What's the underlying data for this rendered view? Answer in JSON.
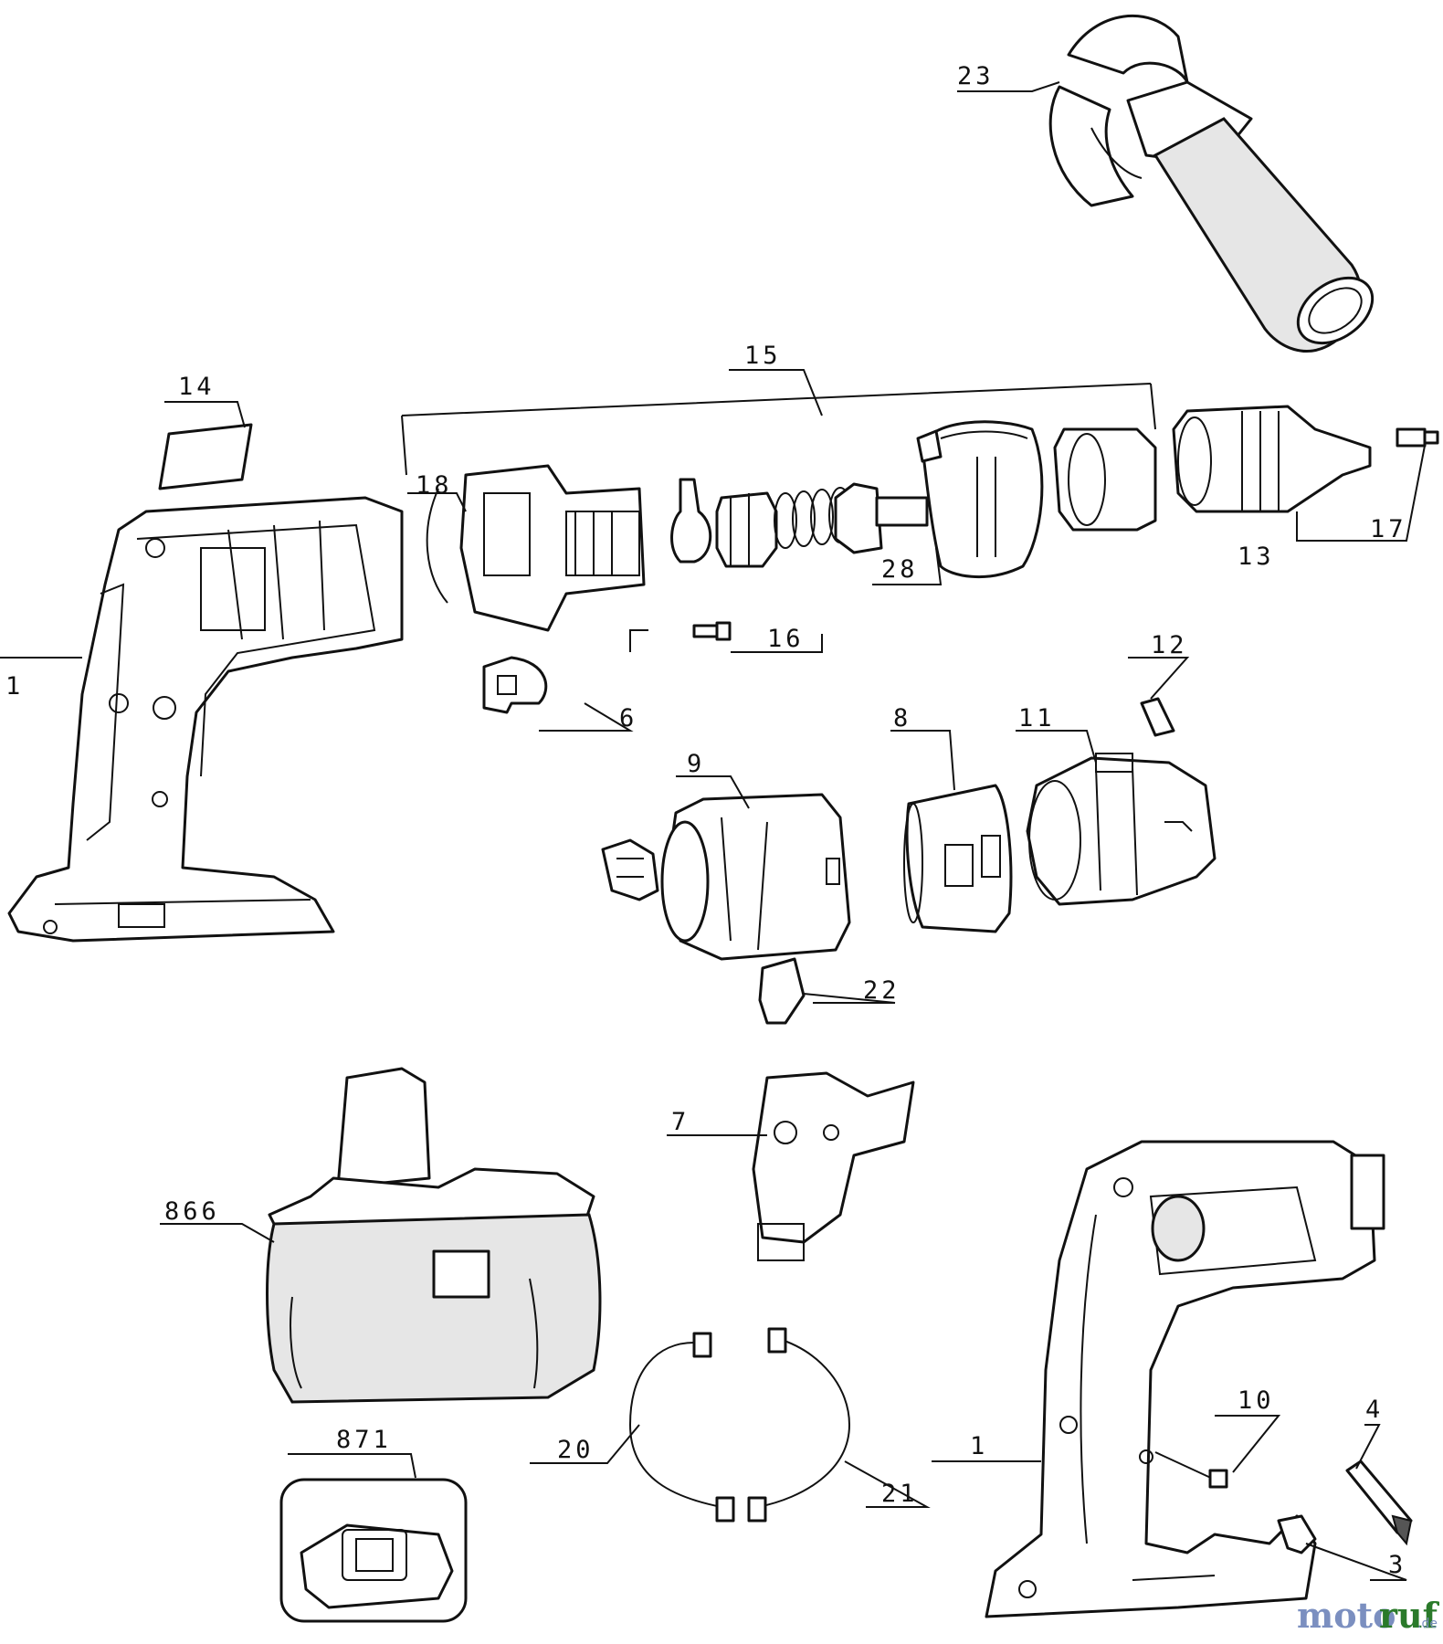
{
  "labels": {
    "p1a": "1",
    "p1b": "1",
    "p3": "3",
    "p4": "4",
    "p6": "6",
    "p7": "7",
    "p8": "8",
    "p9": "9",
    "p10": "10",
    "p11": "11",
    "p12": "12",
    "p13": "13",
    "p14": "14",
    "p15": "15",
    "p16": "16",
    "p17": "17",
    "p18": "18",
    "p20": "20",
    "p21": "21",
    "p22": "22",
    "p23": "23",
    "p28": "28",
    "p866": "866",
    "p871": "871"
  },
  "watermark": {
    "brand_a": "moto",
    "brand_b": "ruf",
    "suffix": ".de"
  }
}
